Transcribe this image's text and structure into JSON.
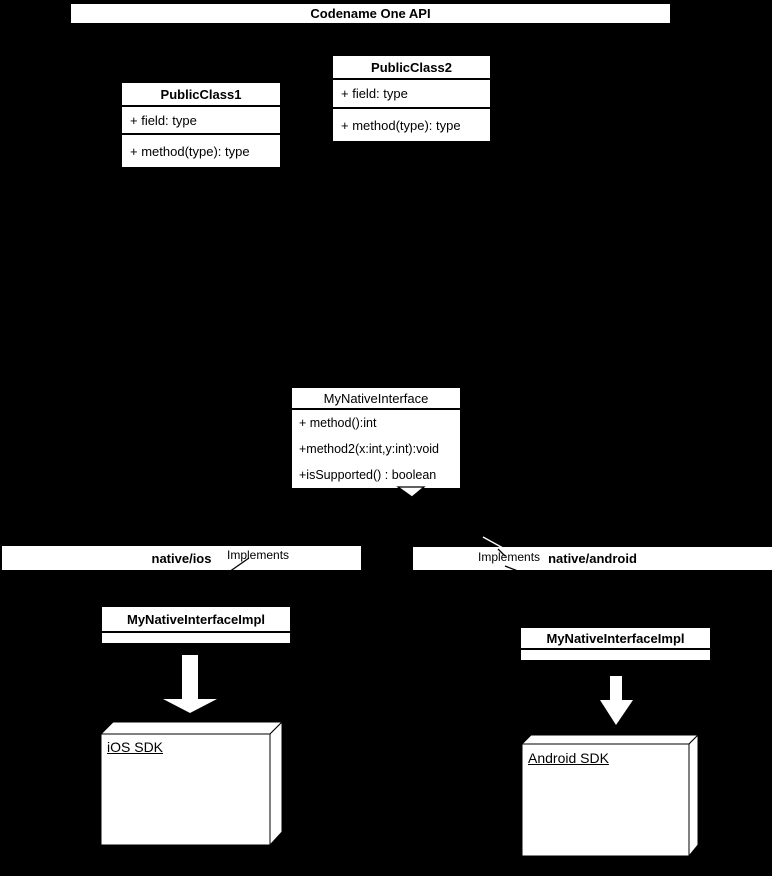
{
  "title_bar": {
    "label": "Codename One API"
  },
  "classes": {
    "public_class1": {
      "name": "PublicClass1",
      "members": [
        "+ field: type",
        "+ method(type): type"
      ]
    },
    "public_class2": {
      "name": "PublicClass2",
      "members": [
        "+ field: type",
        "+ method(type): type"
      ]
    },
    "my_native_interface": {
      "name": "MyNativeInterface",
      "methods": [
        "+ method():int",
        "+method2(x:int,y:int):void",
        "+isSupported() : boolean"
      ]
    }
  },
  "ios": {
    "band_label": "native/ios",
    "implements_label": "Implements",
    "impl_class_name": "MyNativeInterfaceImpl",
    "sdk_label": "iOS SDK"
  },
  "android": {
    "band_label": "native/android",
    "implements_label": "Implements",
    "impl_class_name": "MyNativeInterfaceImpl",
    "sdk_label": "Android SDK"
  },
  "icons": {
    "realization_arrowhead": "hollow-triangle-down",
    "implements_arrow": "fat-arrow-down"
  },
  "colors": {
    "background": "#000000",
    "box_fill": "#ffffff",
    "line": "#000000"
  }
}
